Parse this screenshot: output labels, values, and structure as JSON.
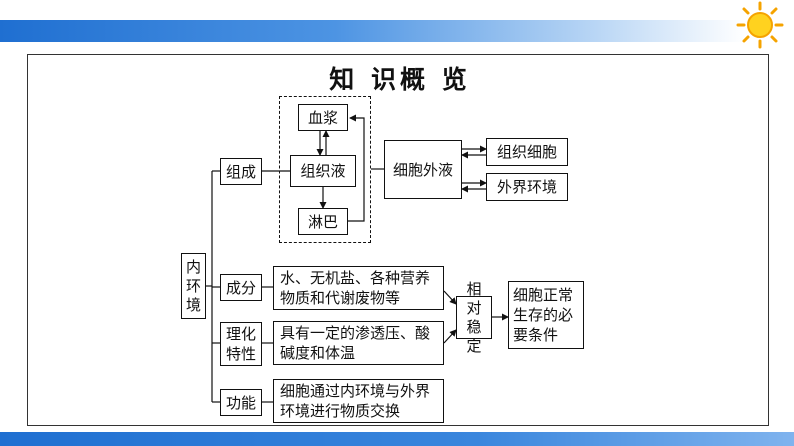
{
  "title": "知 识概 览",
  "nodes": {
    "root": "内环境",
    "zucheng": "组成",
    "xuejiang": "血浆",
    "zuzhiye": "组织液",
    "linba": "淋巴",
    "xibaowaiye": "细胞外液",
    "zuzhixibao": "组织细胞",
    "waijiehuanjing": "外界环境",
    "chengfen": "成分",
    "chengfen_desc": "水、无机盐、各种营养物质和代谢废物等",
    "lihua": "理化特性",
    "lihua_desc": "具有一定的渗透压、酸碱度和体温",
    "gongneng": "功能",
    "gongneng_desc": "细胞通过内环境与外界环境进行物质交换",
    "xiangdui": "相对稳定",
    "tiaojian": "细胞正常生存的必要条件"
  },
  "colors": {
    "bar_blue": "#1f6fd1",
    "sun_yellow": "#ffd21f",
    "sun_orange": "#f5a300"
  },
  "icons": {
    "decoration": "sun-icon"
  }
}
